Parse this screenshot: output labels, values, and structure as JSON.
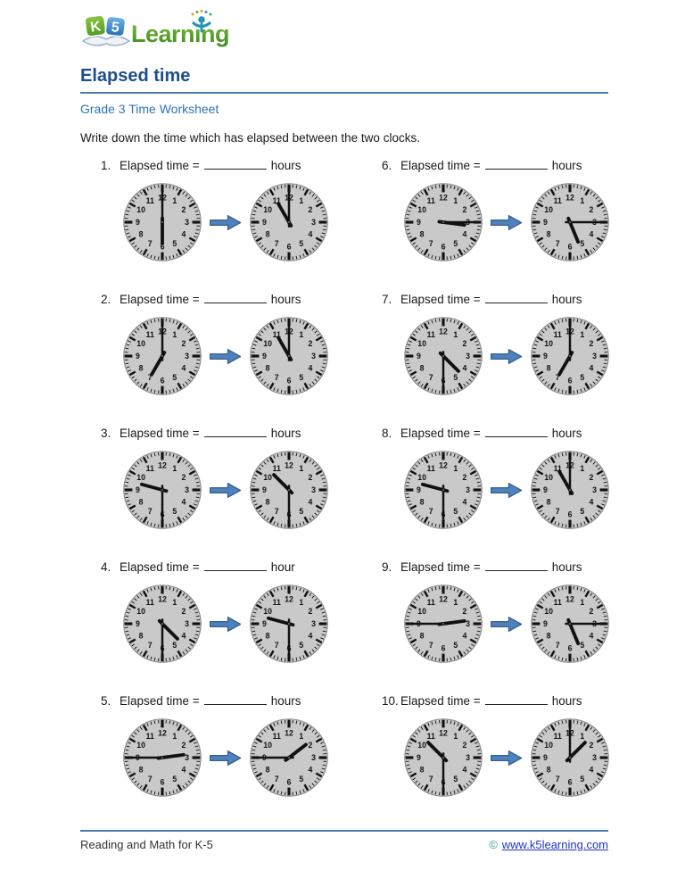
{
  "logo": {
    "badge_k": "K",
    "badge_5": "5",
    "wordmark": "Learning"
  },
  "header": {
    "title": "Elapsed time",
    "subtitle": "Grade 3 Time Worksheet",
    "instruction": "Write down the time which has elapsed between the two clocks."
  },
  "problems": [
    {
      "number": "1.",
      "prompt": "Elapsed time =",
      "unit": "hours",
      "start": {
        "time": "6:00",
        "hour_angle": 180,
        "minute_angle": 0
      },
      "end": {
        "time": "11:00",
        "hour_angle": 330,
        "minute_angle": 0
      }
    },
    {
      "number": "2.",
      "prompt": "Elapsed time =",
      "unit": "hours",
      "start": {
        "time": "7:00",
        "hour_angle": 210,
        "minute_angle": 0
      },
      "end": {
        "time": "11:00",
        "hour_angle": 330,
        "minute_angle": 0
      }
    },
    {
      "number": "3.",
      "prompt": "Elapsed time =",
      "unit": "hours",
      "start": {
        "time": "9:30",
        "hour_angle": 285,
        "minute_angle": 180
      },
      "end": {
        "time": "10:30",
        "hour_angle": 315,
        "minute_angle": 180
      }
    },
    {
      "number": "4.",
      "prompt": "Elapsed time =",
      "unit": "hour",
      "start": {
        "time": "4:30",
        "hour_angle": 135,
        "minute_angle": 180
      },
      "end": {
        "time": "9:30",
        "hour_angle": 285,
        "minute_angle": 180
      }
    },
    {
      "number": "5.",
      "prompt": "Elapsed time =",
      "unit": "hours",
      "start": {
        "time": "2:45",
        "hour_angle": 82.5,
        "minute_angle": 270
      },
      "end": {
        "time": "1:45",
        "hour_angle": 52.5,
        "minute_angle": 270
      }
    },
    {
      "number": "6.",
      "prompt": "Elapsed time =",
      "unit": "hours",
      "start": {
        "time": "3:15",
        "hour_angle": 97.5,
        "minute_angle": 90
      },
      "end": {
        "time": "5:15",
        "hour_angle": 157.5,
        "minute_angle": 90
      }
    },
    {
      "number": "7.",
      "prompt": "Elapsed time =",
      "unit": "hours",
      "start": {
        "time": "4:30",
        "hour_angle": 135,
        "minute_angle": 180
      },
      "end": {
        "time": "7:00",
        "hour_angle": 210,
        "minute_angle": 0
      }
    },
    {
      "number": "8.",
      "prompt": "Elapsed time =",
      "unit": "hours",
      "start": {
        "time": "9:30",
        "hour_angle": 285,
        "minute_angle": 180
      },
      "end": {
        "time": "11:00",
        "hour_angle": 330,
        "minute_angle": 0
      }
    },
    {
      "number": "9.",
      "prompt": "Elapsed time =",
      "unit": "hours",
      "start": {
        "time": "2:45",
        "hour_angle": 82.5,
        "minute_angle": 270
      },
      "end": {
        "time": "5:15",
        "hour_angle": 157.5,
        "minute_angle": 90
      }
    },
    {
      "number": "10.",
      "prompt": "Elapsed time =",
      "unit": "hours",
      "start": {
        "time": "10:30",
        "hour_angle": 315,
        "minute_angle": 180
      },
      "end": {
        "time": "1:00",
        "hour_angle": 45,
        "minute_angle": 0
      }
    }
  ],
  "footer": {
    "left_text": "Reading and Math for K-5",
    "copyright_symbol": "©",
    "link_text": "www.k5learning.com"
  },
  "colors": {
    "title_blue": "#1E4E8C",
    "subtitle_blue": "#2E73B8",
    "rule_blue": "#4A7AB0",
    "text_dark": "#1A1A1A",
    "clock_face": "#C9C9C9",
    "clock_edge": "#8A8A8A",
    "clock_marks": "#111111",
    "arrow_fill": "#4F81BD",
    "arrow_edge": "#35618E",
    "copyright_teal": "#2AA198",
    "link_blue": "#2233CC"
  }
}
